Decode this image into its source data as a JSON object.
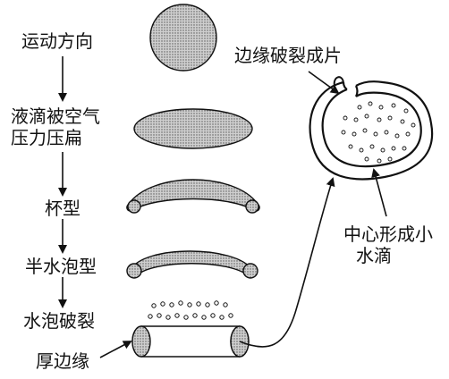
{
  "diagram": {
    "stages": [
      {
        "label": "运动方向"
      },
      {
        "label_lines": [
          "液滴被空气",
          "压力压扁"
        ]
      },
      {
        "label": "杯型"
      },
      {
        "label": "半水泡型"
      },
      {
        "label": "水泡破裂"
      }
    ],
    "rim_label": "厚边缘",
    "edge_label": "边缘破裂成片",
    "center_label_lines": [
      "中心形成小",
      "水滴"
    ],
    "colors": {
      "ink": "#111111",
      "fill": "#bdbdbd"
    }
  }
}
